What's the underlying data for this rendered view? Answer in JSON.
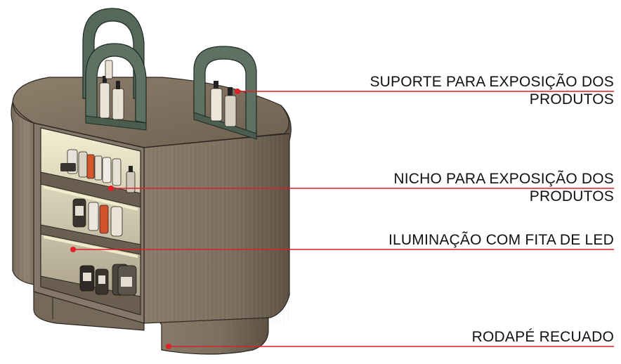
{
  "annotations": [
    {
      "id": "support",
      "lines": [
        "SUPORTE PARA EXPOSIÇÃO DOS",
        "PRODUTOS"
      ]
    },
    {
      "id": "niche",
      "lines": [
        "NICHO PARA EXPOSIÇÃO DOS",
        "PRODUTOS"
      ]
    },
    {
      "id": "led",
      "lines": [
        "ILUMINAÇÃO COM FITA DE LED"
      ]
    },
    {
      "id": "baseboard",
      "lines": [
        "RODAPÉ RECUADO"
      ]
    }
  ],
  "colors": {
    "leader_line": "#e01f26",
    "wood_light": "#8f8170",
    "wood_dark": "#5e5243",
    "arch_green": "#55695a",
    "led_glow": "#f3ecc4"
  }
}
